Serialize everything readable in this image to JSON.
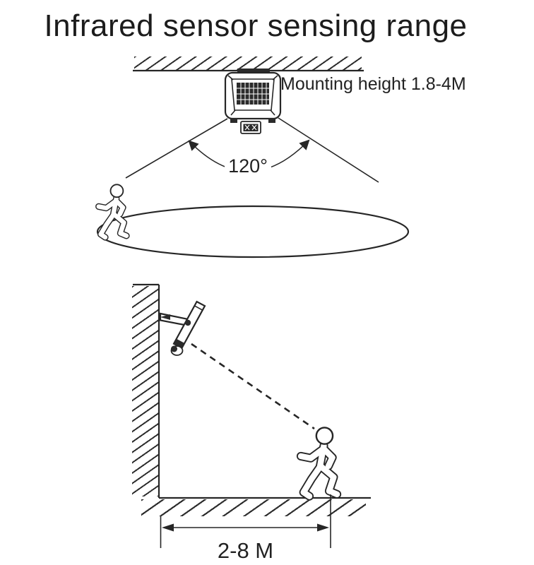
{
  "colors": {
    "background": "#ffffff",
    "ink": "#262626",
    "panel_dark": "#2b2b2b"
  },
  "title": "Infrared sensor sensing range",
  "top_diagram": {
    "view": "ceiling-mounted floodlight with PIR sensor, front view",
    "mounting_height_label": "Mounting height 1.8-4M",
    "beam_angle_label": "120°",
    "elements": [
      "ceiling",
      "floodlight",
      "pir-sensor",
      "detection-cone",
      "angle-arc",
      "detection-area-ellipse",
      "walking-person"
    ]
  },
  "bottom_diagram": {
    "view": "wall-mounted floodlight, side view, detection distance on ground",
    "distance_label": "2-8 M",
    "elements": [
      "wall",
      "floor",
      "mounting-bracket",
      "floodlight-side",
      "pir-sensor",
      "detection-beam-dashed",
      "walking-person",
      "distance-dimension"
    ]
  }
}
